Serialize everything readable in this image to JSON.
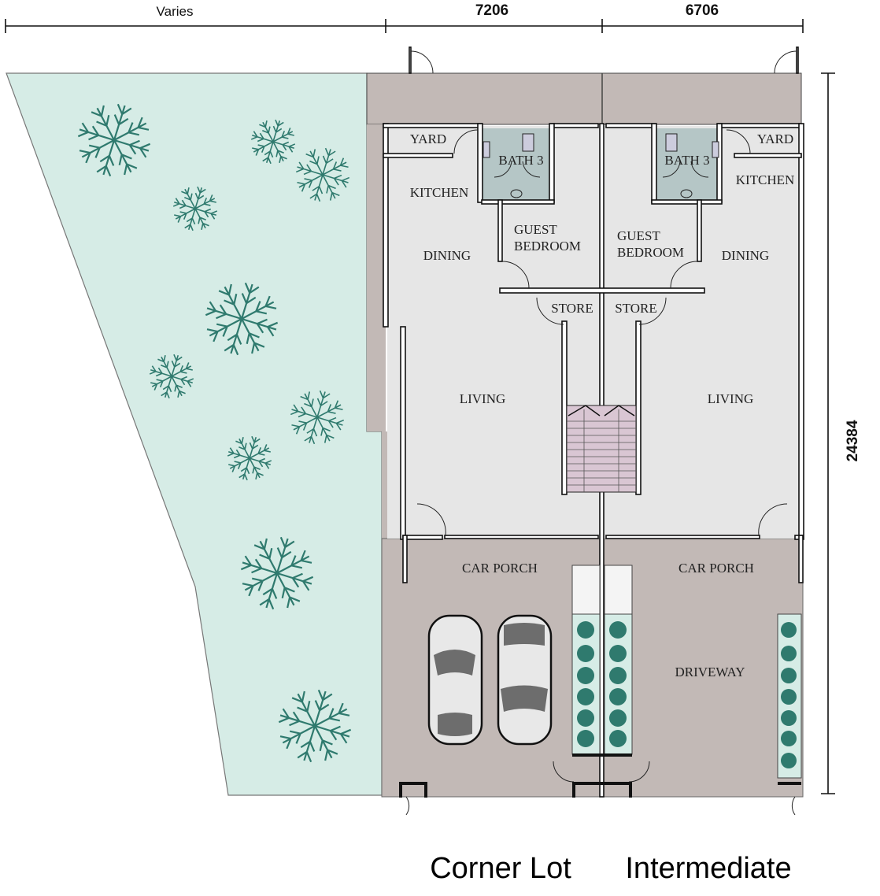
{
  "dimensions": {
    "top": [
      "Varies",
      "7206",
      "6706"
    ],
    "side": "24384"
  },
  "corner_lot": {
    "title": "Corner Lot",
    "rooms": {
      "yard": "YARD",
      "bath": "BATH 3",
      "kitchen": "KITCHEN",
      "guest_bedroom": [
        "GUEST",
        "BEDROOM"
      ],
      "dining": "DINING",
      "store": "STORE",
      "living": "LIVING",
      "car_porch": "CAR PORCH"
    }
  },
  "intermediate": {
    "title": "Intermediate",
    "rooms": {
      "yard": "YARD",
      "bath": "BATH 3",
      "kitchen": "KITCHEN",
      "guest_bedroom": [
        "GUEST",
        "BEDROOM"
      ],
      "dining": "DINING",
      "store": "STORE",
      "living": "LIVING",
      "car_porch": "CAR PORCH",
      "driveway": "DRIVEWAY"
    }
  },
  "colors": {
    "garden": "#d6ece6",
    "paving": "#c2b9b6",
    "floor": "#e6e6e6",
    "bath": "#b5c6c6",
    "stair": "#d9c6d3",
    "tree": "#2f7a6e"
  }
}
